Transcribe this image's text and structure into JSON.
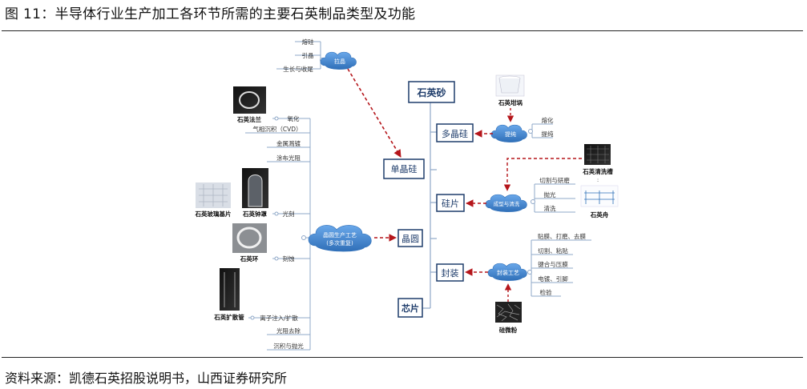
{
  "figure": {
    "title": "图 11：半导体行业生产加工各环节所需的主要石英制品类型及功能",
    "source": "资料来源：凯德石英招股说明书，山西证券研究所"
  },
  "main_flow": {
    "quartz_sand": "石英砂",
    "polysilicon": "多晶硅",
    "monosilicon": "单晶硅",
    "wafer_slice": "硅片",
    "wafer": "晶圆",
    "packaging": "封装",
    "chip": "芯片"
  },
  "crystal_pulling": {
    "label": "拉晶",
    "steps": [
      "熔硅",
      "引晶",
      "生长与收尾"
    ]
  },
  "refining": {
    "label": "提纯",
    "steps": [
      "熔化",
      "提纯"
    ],
    "product": "石英坩埚"
  },
  "shaping": {
    "label": "成型与清洗",
    "steps": [
      "切割与研磨",
      "抛光",
      "清洗"
    ],
    "products": [
      "石英清洗槽",
      "石英舟"
    ]
  },
  "packaging_process": {
    "label": "封装工艺",
    "steps": [
      "贴膜、打磨、去膜",
      "切割、粘贴",
      "键合与压膜",
      "电镀、引脚",
      "检验"
    ],
    "product": "硅微粉"
  },
  "wafer_process": {
    "label_line1": "晶圆生产工艺",
    "label_line2": "(多次重复)",
    "steps": [
      "氧化",
      "气相沉积（CVD）",
      "金属溅镀",
      "涂布光阻",
      "光刻",
      "刻蚀",
      "离子注入/扩散",
      "光阻去除",
      "沉积与抛光"
    ],
    "products": [
      "石英法兰",
      "石英玻璃基片",
      "石英钟罩",
      "石英环",
      "石英扩散管"
    ]
  },
  "colors": {
    "box_border": "#1f3d6b",
    "cloud_fill": "#4a8fd6",
    "dashed_arrow": "#b5161b",
    "tree_line": "#8fa8c8"
  }
}
